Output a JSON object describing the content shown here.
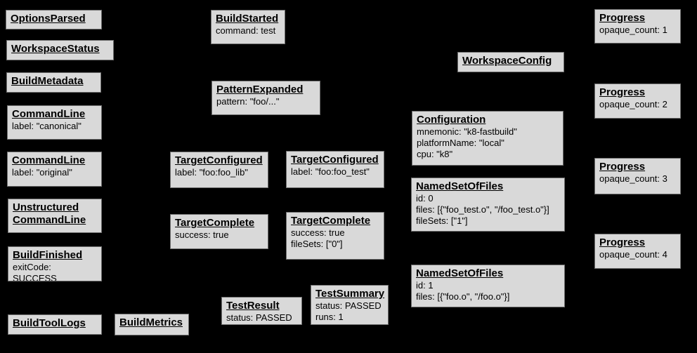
{
  "palette": {
    "background": "#000000",
    "box_fill": "#d9d9d9",
    "box_border": "#6f6f6f",
    "text": "#000000"
  },
  "boxes": [
    {
      "title": "OptionsParsed",
      "body": ""
    },
    {
      "title": "WorkspaceStatus",
      "body": ""
    },
    {
      "title": "BuildMetadata",
      "body": ""
    },
    {
      "title": "CommandLine",
      "body": "label: \"canonical\""
    },
    {
      "title": "CommandLine",
      "body": "label: \"original\""
    },
    {
      "title": "Unstructured\nCommandLine",
      "body": ""
    },
    {
      "title": "BuildFinished",
      "body": "exitCode: SUCCESS"
    },
    {
      "title": "BuildToolLogs",
      "body": ""
    },
    {
      "title": "BuildMetrics",
      "body": ""
    },
    {
      "title": "BuildStarted",
      "body": "command: test"
    },
    {
      "title": "PatternExpanded",
      "body": "pattern: \"foo/...\""
    },
    {
      "title": "TargetConfigured",
      "body": "label: \"foo:foo_lib\""
    },
    {
      "title": "TargetConfigured",
      "body": "label: \"foo:foo_test\""
    },
    {
      "title": "TargetComplete",
      "body": "success: true"
    },
    {
      "title": "TargetComplete",
      "body": "success: true\nfileSets: [\"0\"]"
    },
    {
      "title": "TestResult",
      "body": "status: PASSED"
    },
    {
      "title": "TestSummary",
      "body": "status: PASSED\nruns: 1"
    },
    {
      "title": "WorkspaceConfig",
      "body": ""
    },
    {
      "title": "Configuration",
      "body": "mnemonic: \"k8-fastbuild\"\nplatformName: \"local\"\ncpu: \"k8\""
    },
    {
      "title": "NamedSetOfFiles",
      "body": "id: 0\nfiles: [{\"foo_test.o\", \"/foo_test.o\"}]\nfileSets: [\"1\"]"
    },
    {
      "title": "NamedSetOfFiles",
      "body": "id: 1\nfiles: [{\"foo.o\", \"/foo.o\"}]"
    },
    {
      "title": "Progress",
      "body": "opaque_count: 1"
    },
    {
      "title": "Progress",
      "body": "opaque_count: 2"
    },
    {
      "title": "Progress",
      "body": "opaque_count: 3"
    },
    {
      "title": "Progress",
      "body": "opaque_count: 4"
    }
  ]
}
